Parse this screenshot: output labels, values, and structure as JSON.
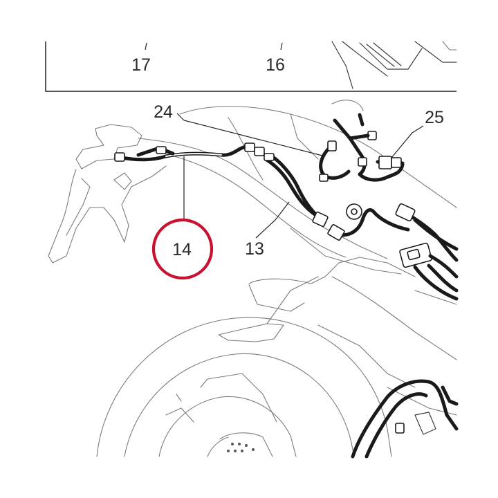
{
  "callouts": {
    "c17": "17",
    "c16": "16",
    "c24": "24",
    "c25": "25",
    "c14": "14",
    "c13": "13"
  },
  "colors": {
    "highlight": "#c8102e",
    "line_art": "#7a7a7a",
    "wiring": "#1a1a1a"
  },
  "highlighted_callout": "14"
}
